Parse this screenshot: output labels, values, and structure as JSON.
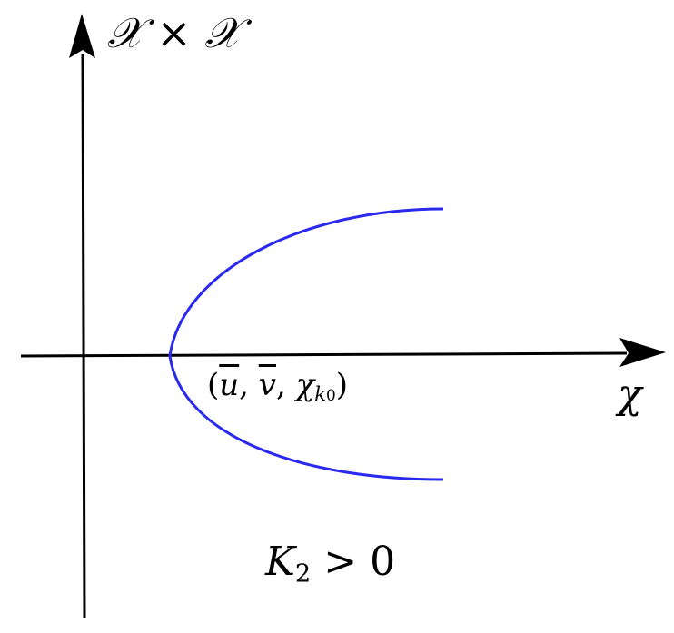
{
  "diagram": {
    "type": "bifurcation-diagram",
    "axes": {
      "x": {
        "label": "χ",
        "direction": "right",
        "arrow": true
      },
      "y": {
        "label_left": "𝒳",
        "label_op": "×",
        "label_right": "𝒳",
        "direction": "up",
        "arrow": true
      }
    },
    "curve": {
      "shape": "parabola-opening-right",
      "color": "#2a2aee",
      "vertex_label": {
        "open": "(",
        "u": "u",
        "sep1": ", ",
        "v": "v",
        "sep2": ", ",
        "chi": "χ",
        "sub_k": "k",
        "sub_0": "0",
        "close": ")"
      }
    },
    "condition": {
      "K": "K",
      "sub": "2",
      "relation": " > 0"
    }
  }
}
